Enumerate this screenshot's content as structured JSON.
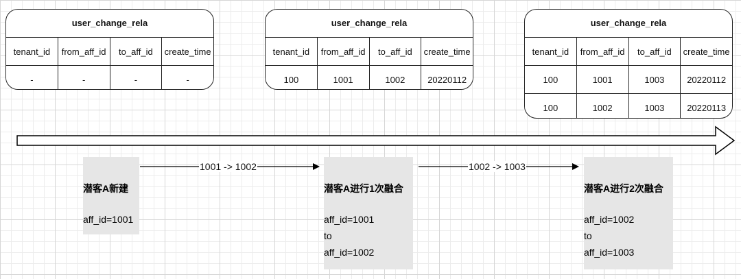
{
  "tables": [
    {
      "title": "user_change_rela",
      "headers": [
        "tenant_id",
        "from_aff_id",
        "to_aff_id",
        "create_time"
      ],
      "rows": [
        [
          "-",
          "-",
          "-",
          "-"
        ]
      ]
    },
    {
      "title": "user_change_rela",
      "headers": [
        "tenant_id",
        "from_aff_id",
        "to_aff_id",
        "create_time"
      ],
      "rows": [
        [
          "100",
          "1001",
          "1002",
          "20220112"
        ]
      ]
    },
    {
      "title": "user_change_rela",
      "headers": [
        "tenant_id",
        "from_aff_id",
        "to_aff_id",
        "create_time"
      ],
      "rows": [
        [
          "100",
          "1001",
          "1003",
          "20220112"
        ],
        [
          "100",
          "1002",
          "1003",
          "20220113"
        ]
      ]
    }
  ],
  "nodes": [
    {
      "title": "潜客A新建",
      "lines": [
        "aff_id=1001"
      ]
    },
    {
      "title": "潜客A进行1次融合",
      "lines": [
        "aff_id=1001",
        "to",
        "aff_id=1002"
      ]
    },
    {
      "title": "潜客A进行2次融合",
      "lines": [
        "aff_id=1002",
        "to",
        "aff_id=1003"
      ]
    }
  ],
  "edges": [
    {
      "label": "1001 -> 1002"
    },
    {
      "label": "1002 -> 1003"
    }
  ]
}
